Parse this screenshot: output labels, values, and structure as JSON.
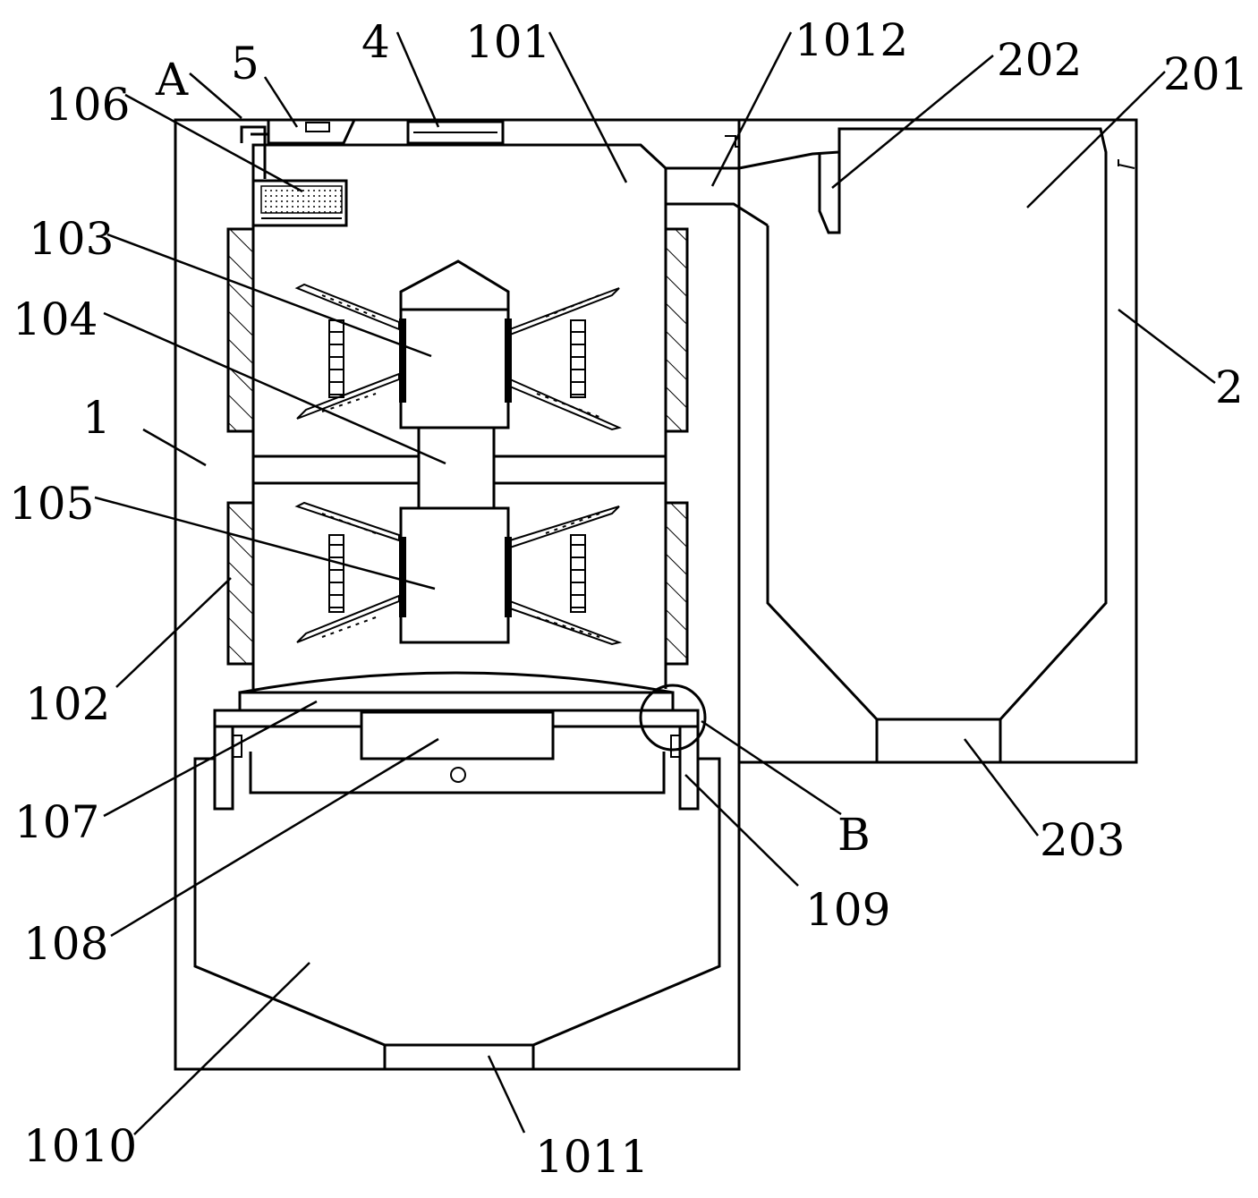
{
  "labels": {
    "l_1": "1",
    "l_2": "2",
    "l_4": "4",
    "l_5": "5",
    "l_A": "A",
    "l_B": "B",
    "l_101": "101",
    "l_102": "102",
    "l_103": "103",
    "l_104": "104",
    "l_105": "105",
    "l_106": "106",
    "l_107": "107",
    "l_108": "108",
    "l_109": "109",
    "l_1010": "1010",
    "l_1011": "1011",
    "l_1012": "1012",
    "l_201": "201",
    "l_202": "202",
    "l_203": "203"
  }
}
